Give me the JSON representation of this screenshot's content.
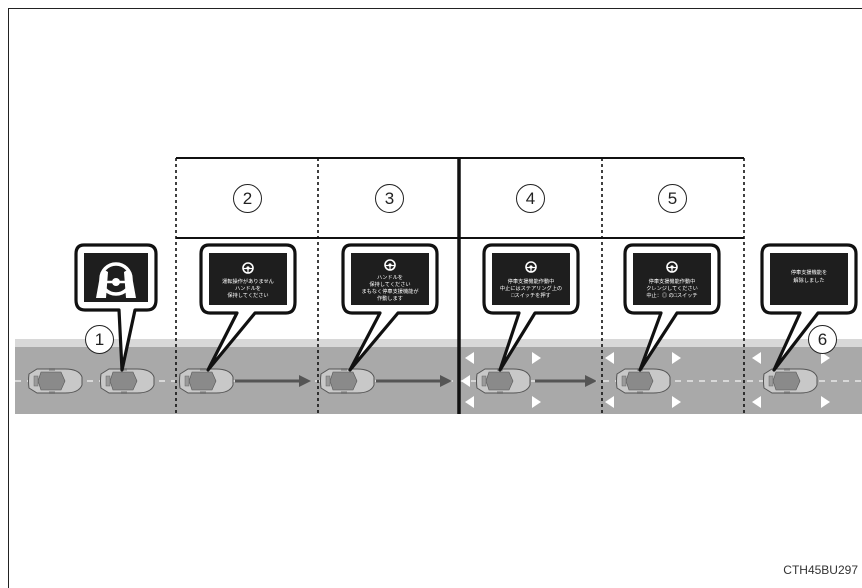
{
  "steps": [
    "1",
    "2",
    "3",
    "4",
    "5",
    "6"
  ],
  "panels": {
    "p2": [
      "運転操作がありません",
      "ハンドルを",
      "保持してください"
    ],
    "p3": [
      "ハンドルを",
      "保持してください",
      "まもなく停車支援機能が",
      "作動します"
    ],
    "p4": [
      "停車支援機能作動中",
      "中止にはステアリング上の",
      "□スイッチを押す"
    ],
    "p5": [
      "停車支援機能作動中",
      "クレンジしてください",
      "中止：◎ の□スイッチ"
    ],
    "p6": [
      "停車支援機能を",
      "解除しました"
    ]
  },
  "icons": {
    "p1": "hands-on-steering-wheel-icon",
    "panel_small": "steering-wheel-icon"
  },
  "colors": {
    "road": "#a9a9a9",
    "road_edge": "#d8d8d8",
    "panel": "#1e1e1e",
    "arrow": "#555555"
  },
  "figure_code": "CTH45BU297"
}
